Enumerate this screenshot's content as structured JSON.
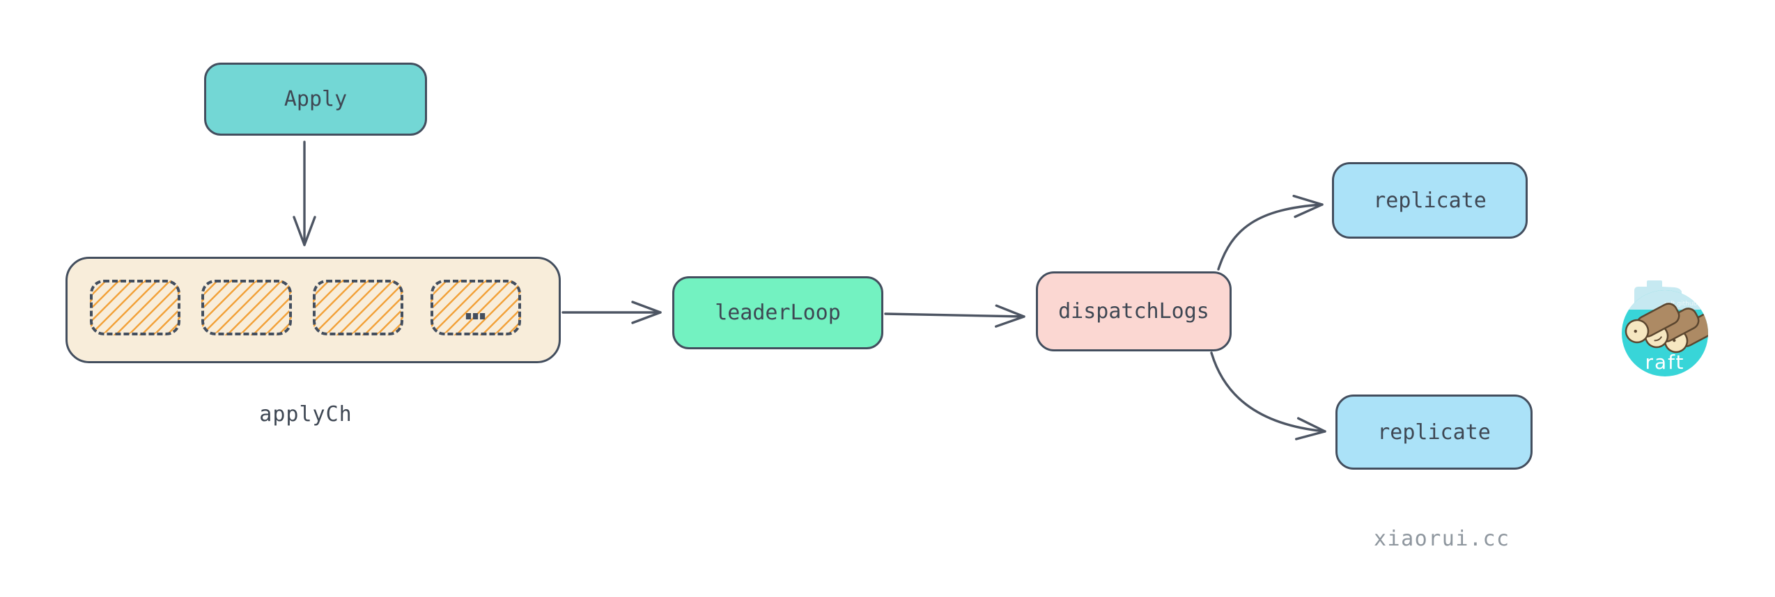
{
  "diagram": {
    "nodes": {
      "apply": {
        "label": "Apply"
      },
      "apply_ch": {
        "label": "applyCh",
        "slot_count": 4,
        "ellipsis": "…"
      },
      "leader_loop": {
        "label": "leaderLoop"
      },
      "dispatch_logs": {
        "label": "dispatchLogs"
      },
      "replicate_top": {
        "label": "replicate"
      },
      "replicate_bottom": {
        "label": "replicate"
      }
    },
    "edges": [
      {
        "from": "apply",
        "to": "apply_ch"
      },
      {
        "from": "apply_ch",
        "to": "leader_loop"
      },
      {
        "from": "leader_loop",
        "to": "dispatch_logs"
      },
      {
        "from": "dispatch_logs",
        "to": "replicate_top"
      },
      {
        "from": "dispatch_logs",
        "to": "replicate_bottom"
      }
    ]
  },
  "logo": {
    "label": "raft",
    "caption": "raft.github.io"
  },
  "watermark": "xiaorui.cc",
  "colors": {
    "bg": "#ffffff",
    "stroke": "#434e5e",
    "arrow": "#4d5563",
    "text": "#3e4753",
    "watermark": "#8e969e",
    "hatch": "#f2a23b",
    "node_apply": "#73d7d5",
    "node_apply_ch": "#f8edda",
    "node_leader_loop": "#73f2c1",
    "node_dispatch_logs": "#fbd7d2",
    "node_replicate": "#abe2f8",
    "logo_teal": "#38d5d8",
    "logo_sky": "#c6e9f1",
    "logo_log_body": "#ad8a64",
    "logo_log_end": "#f6e7c1",
    "logo_log_outline": "#5b462f"
  }
}
